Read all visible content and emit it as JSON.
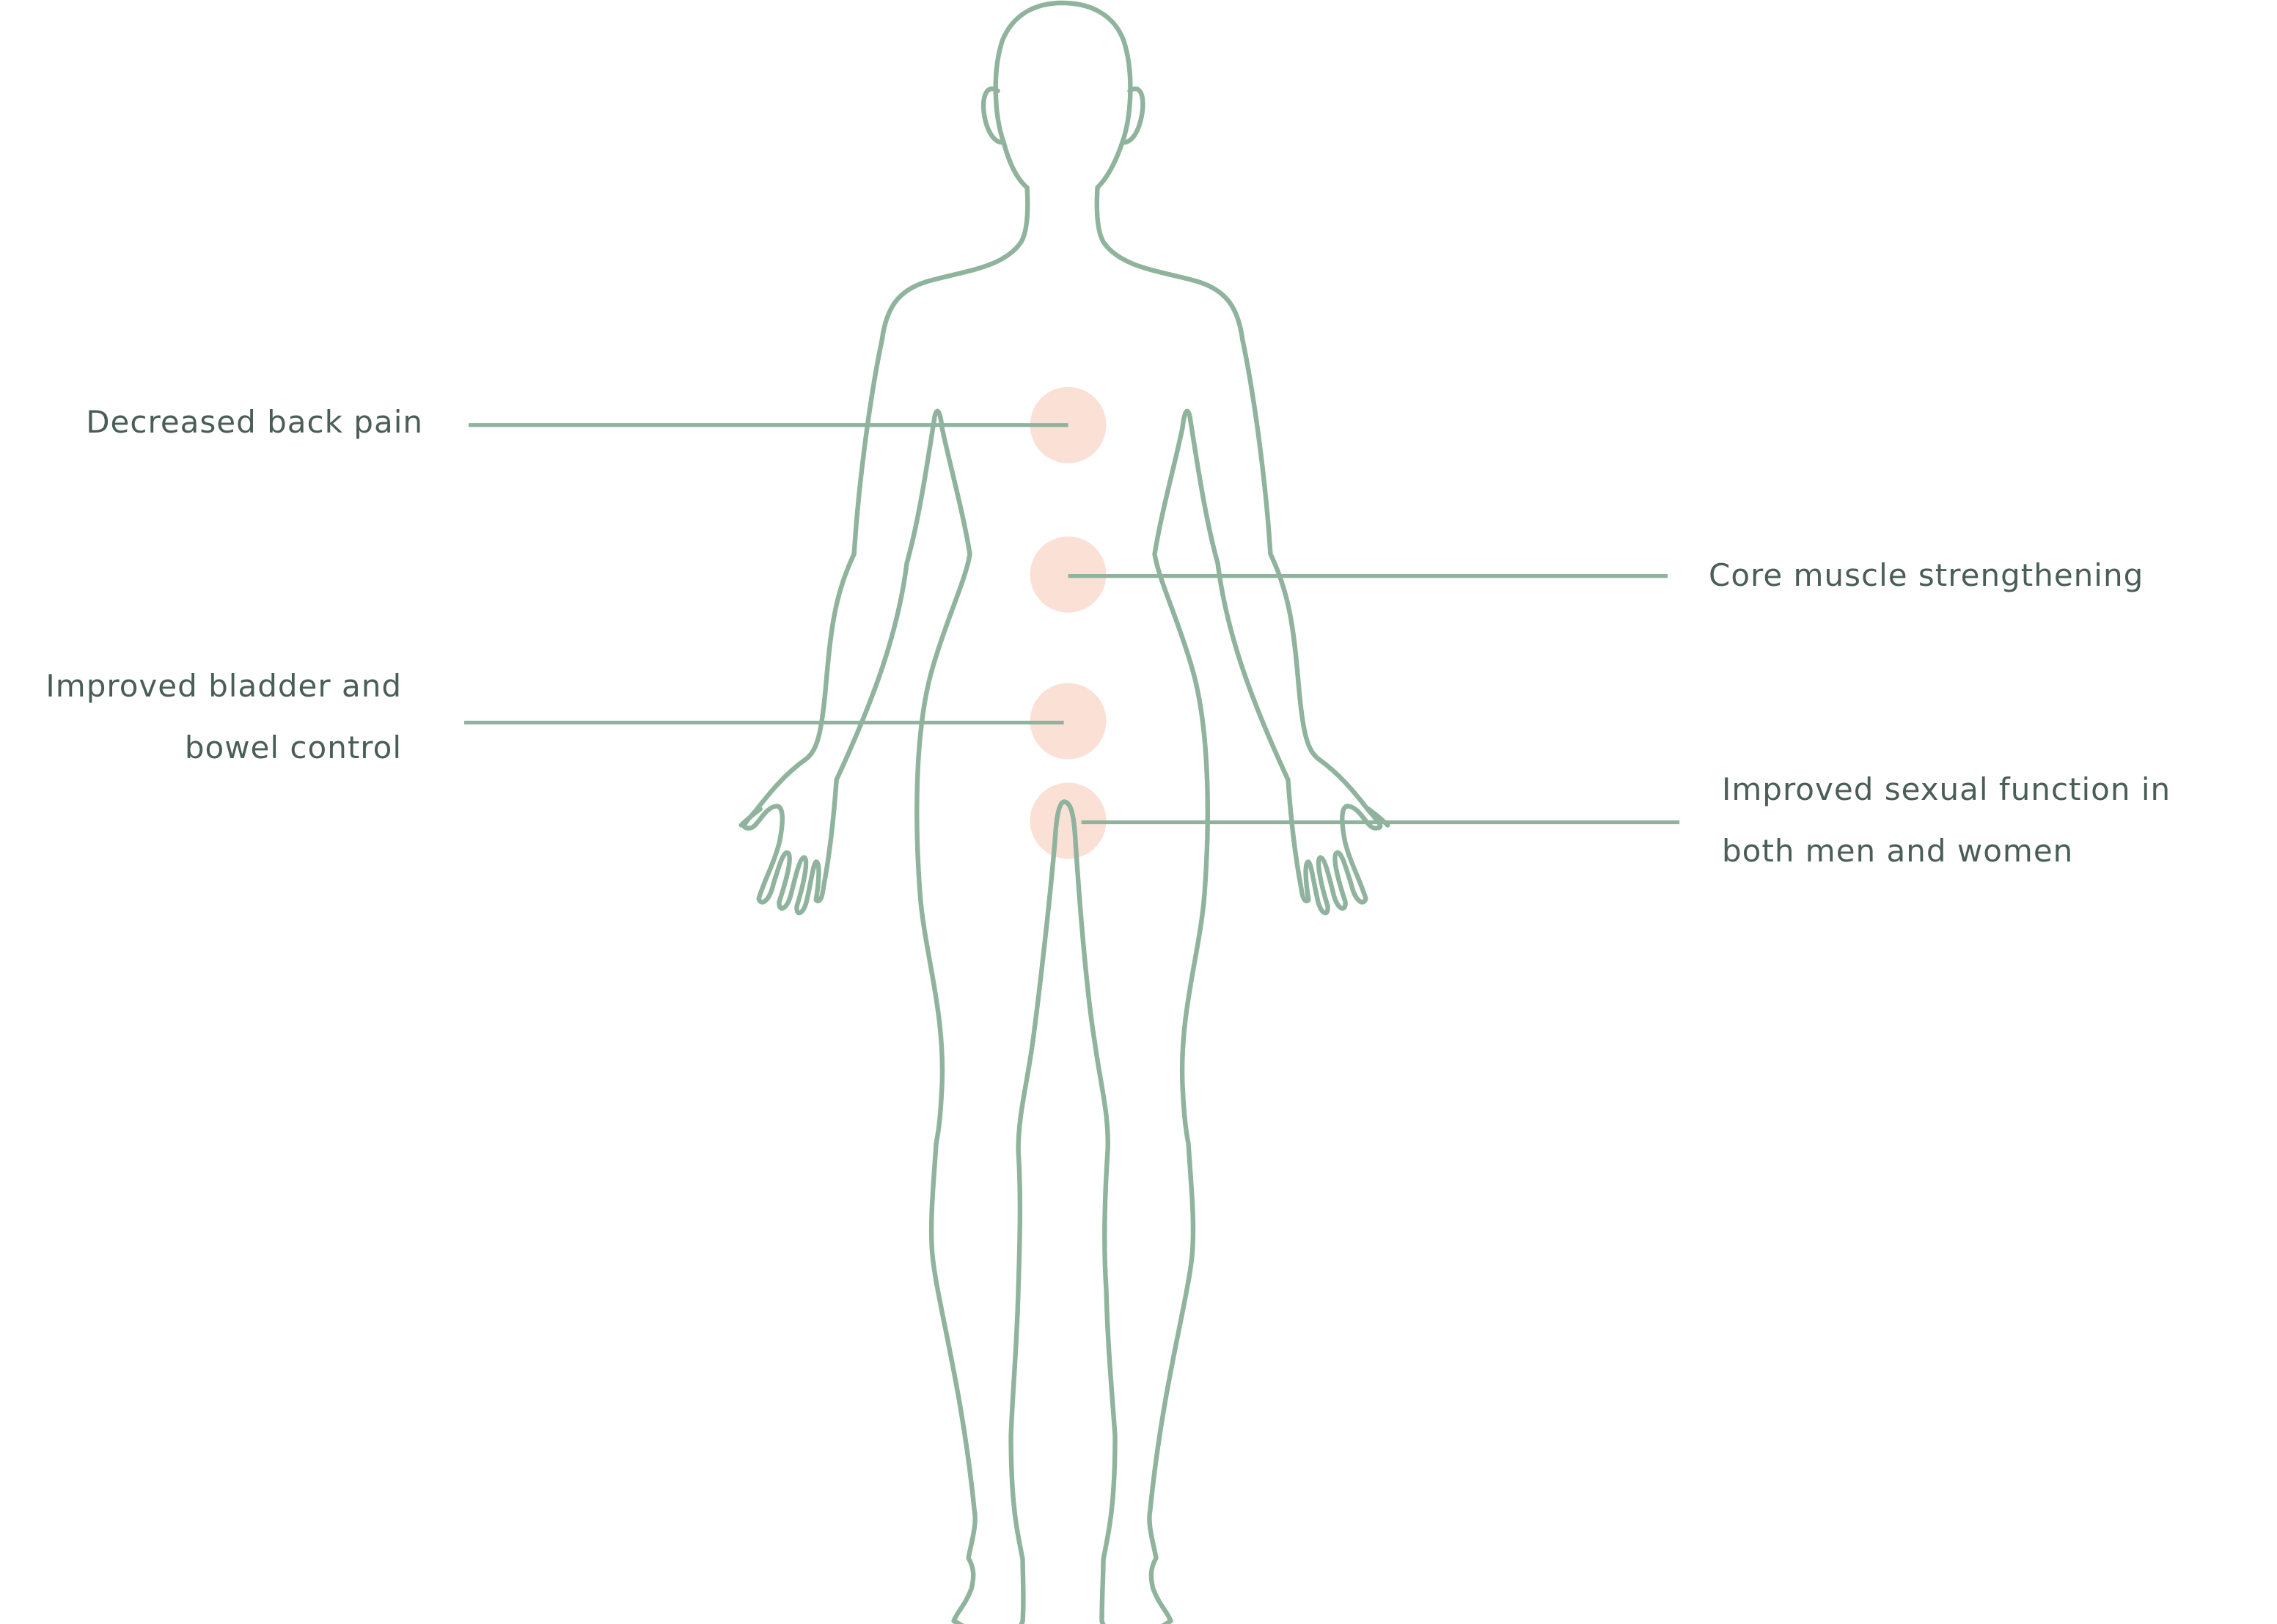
{
  "colors": {
    "outline": "#8fb39d",
    "marker": "#fbe0d6",
    "text": "#4a5e57"
  },
  "callouts": [
    {
      "lines": [
        "Decreased back pain"
      ]
    },
    {
      "lines": [
        "Core muscle strengthening"
      ]
    },
    {
      "lines": [
        "Improved bladder and",
        "bowel control"
      ]
    },
    {
      "lines": [
        "Improved sexual function in",
        "both men and women"
      ]
    }
  ]
}
